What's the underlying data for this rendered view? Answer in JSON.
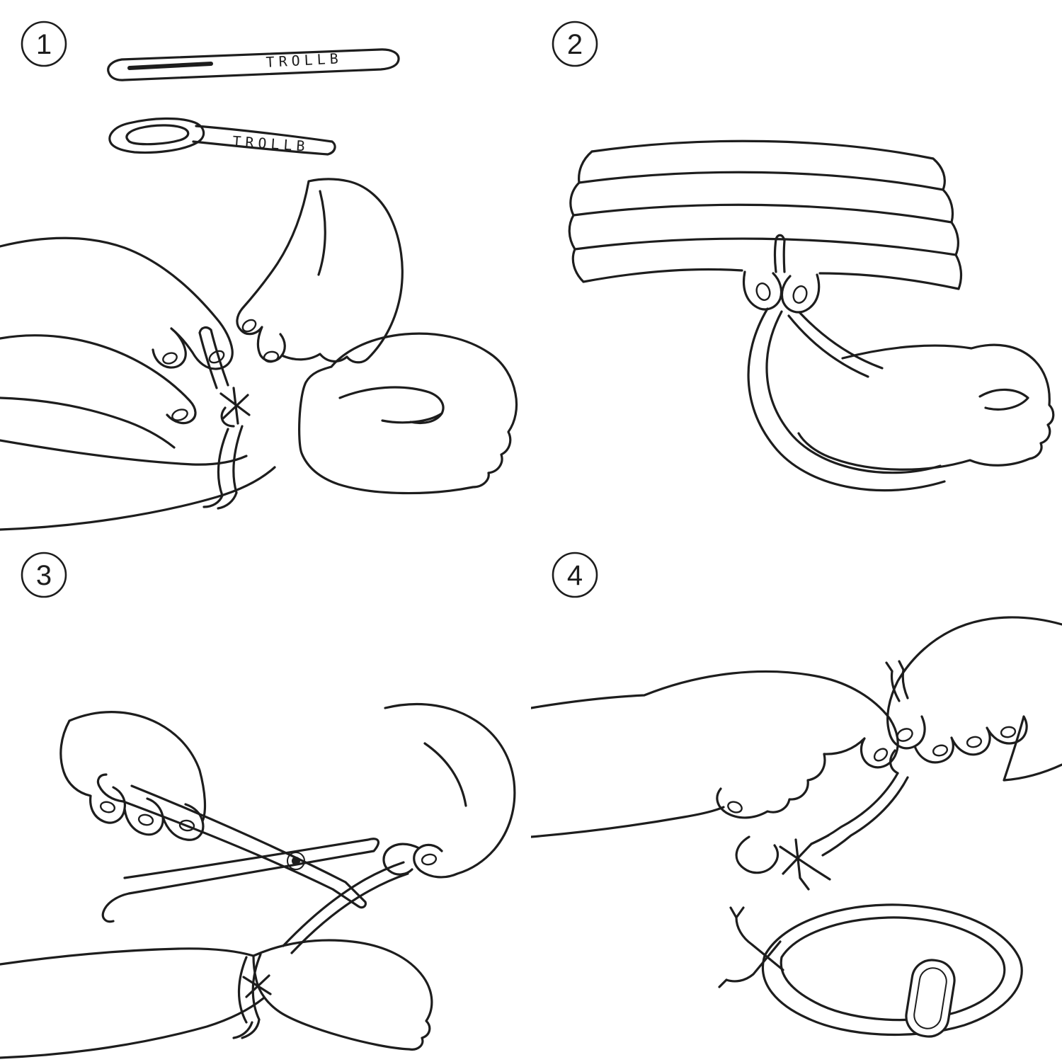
{
  "colors": {
    "line": "#1d1d1d",
    "background": "#ffffff"
  },
  "steps": [
    {
      "number": "1",
      "cord_labels": [
        "TROLLB",
        "TROLLB"
      ]
    },
    {
      "number": "2"
    },
    {
      "number": "3"
    },
    {
      "number": "4"
    }
  ]
}
